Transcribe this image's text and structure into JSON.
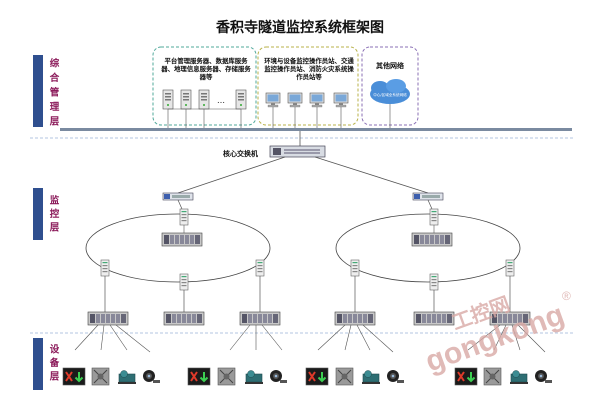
{
  "title": "香积寺隧道监控系统框架图",
  "layers": {
    "management": "综合管理层",
    "monitoring": "监控层",
    "device": "设备层"
  },
  "boxes": {
    "servers": "平台管理服务器、数据库服务器、地理信息服务器、存储服务器等",
    "operators": "环境与设备监控操作员站、交通监控操作员站、消防火灾系统操作员站等",
    "other_network": "其他网络",
    "cloud": "中心/区域全系统网络"
  },
  "ellipsis": "…",
  "core_switch": "核心交换机",
  "watermark": {
    "cn": "工控网",
    "en": "gongkong",
    "mark": "®"
  },
  "colors": {
    "layer_bar": "#2f4f8f",
    "layer_text": "#8b1a5a",
    "box_teal": "#4fa89a",
    "box_olive": "#b8b24a",
    "box_violet": "#8a6fb5",
    "backbone": "#7a8aa0",
    "cloud": "#4a8ed8",
    "watermark": "#d9a9a6"
  },
  "icons": [
    "server-tower-icon",
    "workstation-icon",
    "cloud-icon",
    "core-switch-icon",
    "dist-switch-icon",
    "access-switch-icon",
    "plc-rack-icon",
    "traffic-signal-icon",
    "jet-fan-icon",
    "pump-icon",
    "camera-icon"
  ]
}
